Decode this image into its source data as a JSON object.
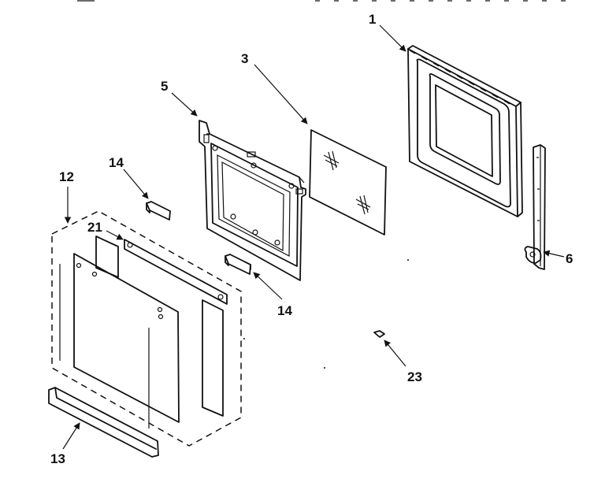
{
  "diagram": {
    "callouts": [
      {
        "id": "c1",
        "text": "1"
      },
      {
        "id": "c3",
        "text": "3"
      },
      {
        "id": "c5",
        "text": "5"
      },
      {
        "id": "c6",
        "text": "6"
      },
      {
        "id": "c12",
        "text": "12"
      },
      {
        "id": "c13",
        "text": "13"
      },
      {
        "id": "c14a",
        "text": "14"
      },
      {
        "id": "c14b",
        "text": "14"
      },
      {
        "id": "c21",
        "text": "21"
      },
      {
        "id": "c23",
        "text": "23"
      }
    ]
  }
}
